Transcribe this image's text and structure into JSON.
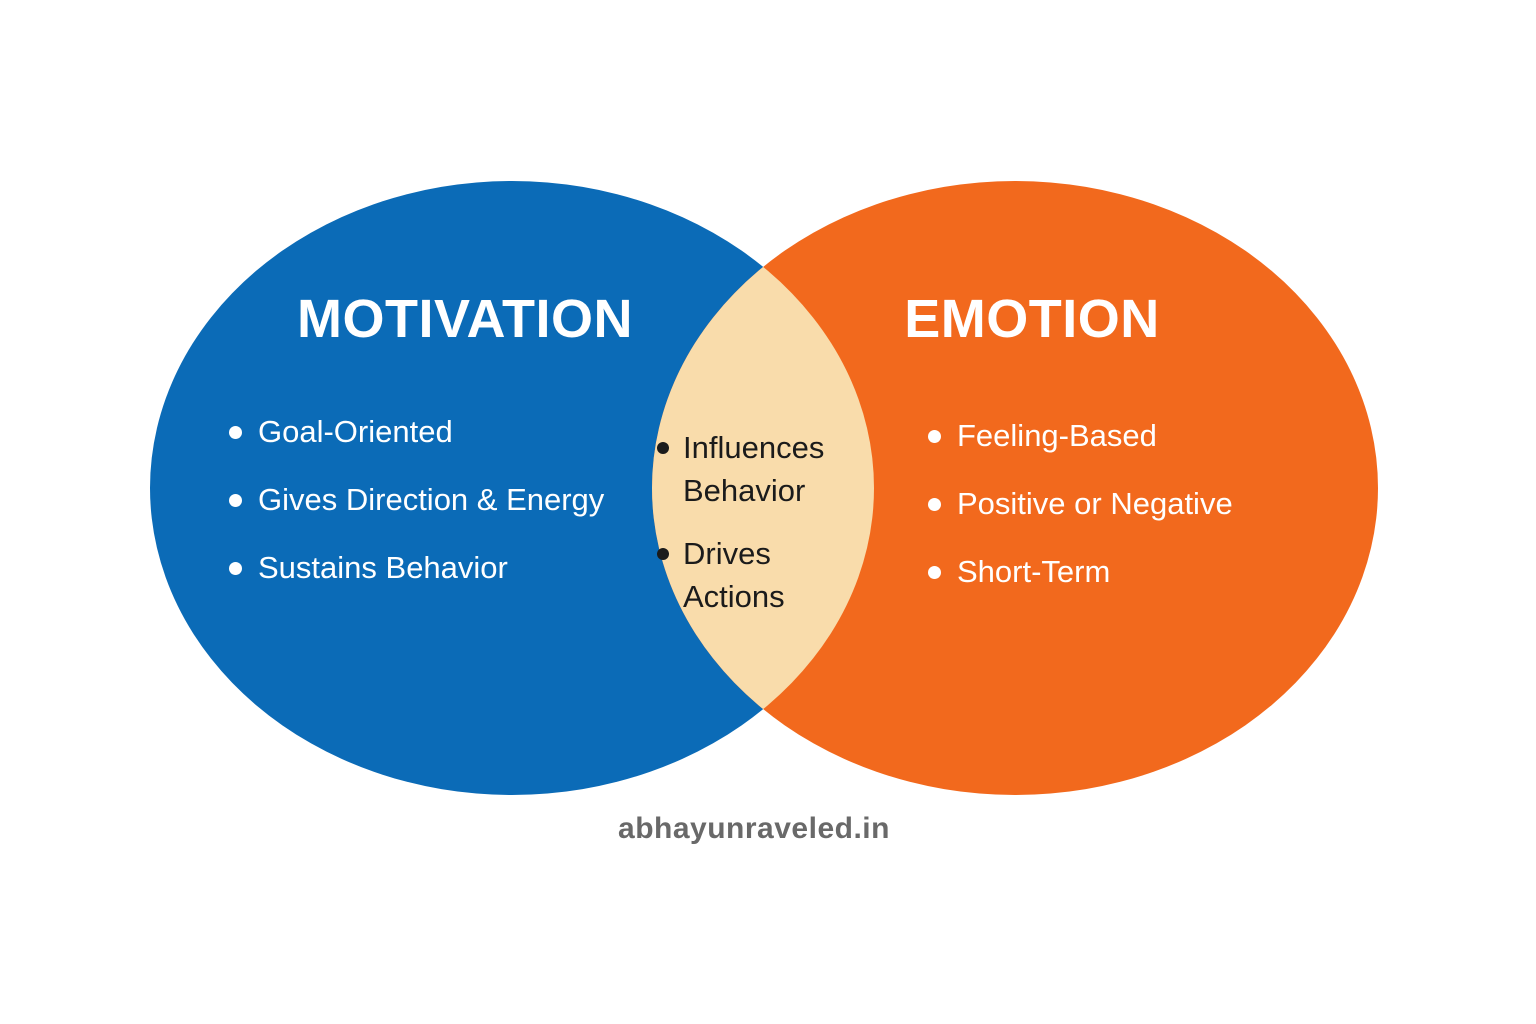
{
  "diagram": {
    "type": "venn",
    "background_color": "#ffffff",
    "left_circle": {
      "title": "MOTIVATION",
      "color": "#0b6bb7",
      "text_color": "#ffffff",
      "items": [
        "Goal-Oriented",
        "Gives Direction & Energy",
        "Sustains Behavior"
      ]
    },
    "right_circle": {
      "title": "EMOTION",
      "color": "#f2691d",
      "text_color": "#ffffff",
      "items": [
        "Feeling-Based",
        "Positive or Negative",
        "Short-Term"
      ]
    },
    "overlap": {
      "color": "#f9dcab",
      "text_color": "#1b1b1b",
      "items": [
        "Influences Behavior",
        "Drives Actions"
      ]
    },
    "watermark": "abhayunraveled.in",
    "watermark_color": "#696969"
  }
}
